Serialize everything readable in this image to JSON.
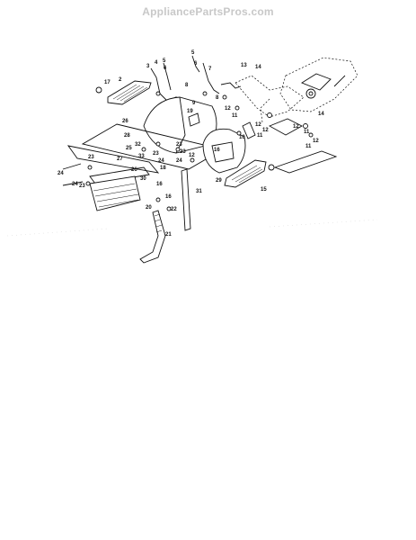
{
  "header": {
    "watermark": "AppliancePartsPros.com"
  },
  "diagram": {
    "callouts": [
      {
        "id": "c17",
        "label": "17"
      },
      {
        "id": "c2",
        "label": "2"
      },
      {
        "id": "c3",
        "label": "3"
      },
      {
        "id": "c4",
        "label": "4"
      },
      {
        "id": "c5a",
        "label": "5"
      },
      {
        "id": "c6a",
        "label": "6"
      },
      {
        "id": "c7",
        "label": "7"
      },
      {
        "id": "c5b",
        "label": "5"
      },
      {
        "id": "c6b",
        "label": "6"
      },
      {
        "id": "c8a",
        "label": "8"
      },
      {
        "id": "c9",
        "label": "9"
      },
      {
        "id": "c19",
        "label": "19"
      },
      {
        "id": "c8b",
        "label": "8"
      },
      {
        "id": "c13",
        "label": "13"
      },
      {
        "id": "c14a",
        "label": "14"
      },
      {
        "id": "c12a",
        "label": "12"
      },
      {
        "id": "c12b",
        "label": "12"
      },
      {
        "id": "c11a",
        "label": "11"
      },
      {
        "id": "c12c",
        "label": "12"
      },
      {
        "id": "c11b",
        "label": "11"
      },
      {
        "id": "c14b",
        "label": "14"
      },
      {
        "id": "c12d",
        "label": "12"
      },
      {
        "id": "c11c",
        "label": "11"
      },
      {
        "id": "c12e",
        "label": "12"
      },
      {
        "id": "c11d",
        "label": "11"
      },
      {
        "id": "c26a",
        "label": "26"
      },
      {
        "id": "c28",
        "label": "28"
      },
      {
        "id": "c10",
        "label": "10"
      },
      {
        "id": "c16a",
        "label": "16"
      },
      {
        "id": "c32",
        "label": "32"
      },
      {
        "id": "c23a",
        "label": "23"
      },
      {
        "id": "c25",
        "label": "25"
      },
      {
        "id": "c33",
        "label": "33"
      },
      {
        "id": "c23b",
        "label": "23"
      },
      {
        "id": "c24a",
        "label": "24"
      },
      {
        "id": "c18",
        "label": "18"
      },
      {
        "id": "c23c",
        "label": "23"
      },
      {
        "id": "c24b",
        "label": "24"
      },
      {
        "id": "c12f",
        "label": "12"
      },
      {
        "id": "c29",
        "label": "29"
      },
      {
        "id": "c15",
        "label": "15"
      },
      {
        "id": "c27",
        "label": "27"
      },
      {
        "id": "c23d",
        "label": "23"
      },
      {
        "id": "c24c",
        "label": "24"
      },
      {
        "id": "c23e",
        "label": "23"
      },
      {
        "id": "c26b",
        "label": "26"
      },
      {
        "id": "c30",
        "label": "30"
      },
      {
        "id": "c24d",
        "label": "24"
      },
      {
        "id": "c16b",
        "label": "16"
      },
      {
        "id": "c31",
        "label": "31"
      },
      {
        "id": "c16c",
        "label": "16"
      },
      {
        "id": "c20",
        "label": "20"
      },
      {
        "id": "c22",
        "label": "22"
      },
      {
        "id": "c21",
        "label": "21"
      }
    ]
  }
}
